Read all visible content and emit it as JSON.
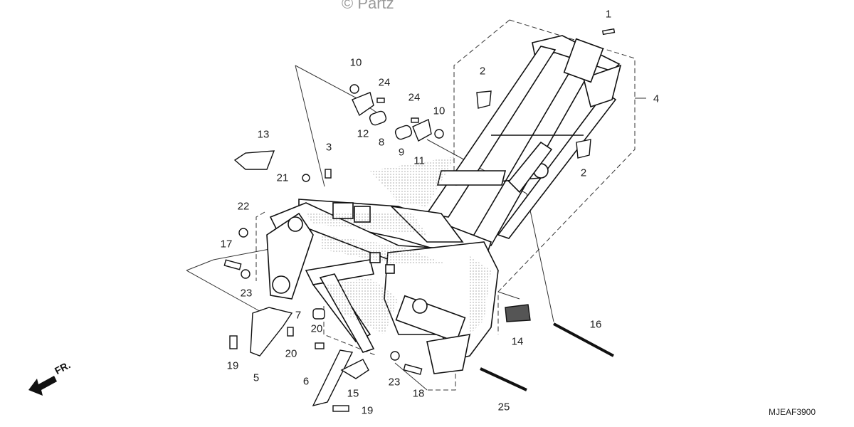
{
  "watermark": "© Partz",
  "diagram_code": "MJEAF3900",
  "direction": {
    "text": "FR.",
    "icon": "arrow-left-icon"
  },
  "callouts": [
    {
      "id": "c1",
      "text": "1"
    },
    {
      "id": "c2a",
      "text": "2"
    },
    {
      "id": "c2b",
      "text": "2"
    },
    {
      "id": "c3",
      "text": "3"
    },
    {
      "id": "c4",
      "text": "4"
    },
    {
      "id": "c5",
      "text": "5"
    },
    {
      "id": "c6",
      "text": "6"
    },
    {
      "id": "c7",
      "text": "7"
    },
    {
      "id": "c8",
      "text": "8"
    },
    {
      "id": "c9",
      "text": "9"
    },
    {
      "id": "c10a",
      "text": "10"
    },
    {
      "id": "c10b",
      "text": "10"
    },
    {
      "id": "c11",
      "text": "11"
    },
    {
      "id": "c12",
      "text": "12"
    },
    {
      "id": "c13",
      "text": "13"
    },
    {
      "id": "c14",
      "text": "14"
    },
    {
      "id": "c15",
      "text": "15"
    },
    {
      "id": "c16",
      "text": "16"
    },
    {
      "id": "c17",
      "text": "17"
    },
    {
      "id": "c18",
      "text": "18"
    },
    {
      "id": "c19a",
      "text": "19"
    },
    {
      "id": "c19b",
      "text": "19"
    },
    {
      "id": "c20a",
      "text": "20"
    },
    {
      "id": "c20b",
      "text": "20"
    },
    {
      "id": "c21",
      "text": "21"
    },
    {
      "id": "c22",
      "text": "22"
    },
    {
      "id": "c23a",
      "text": "23"
    },
    {
      "id": "c23b",
      "text": "23"
    },
    {
      "id": "c24a",
      "text": "24"
    },
    {
      "id": "c24b",
      "text": "24"
    },
    {
      "id": "c25",
      "text": "25"
    }
  ]
}
